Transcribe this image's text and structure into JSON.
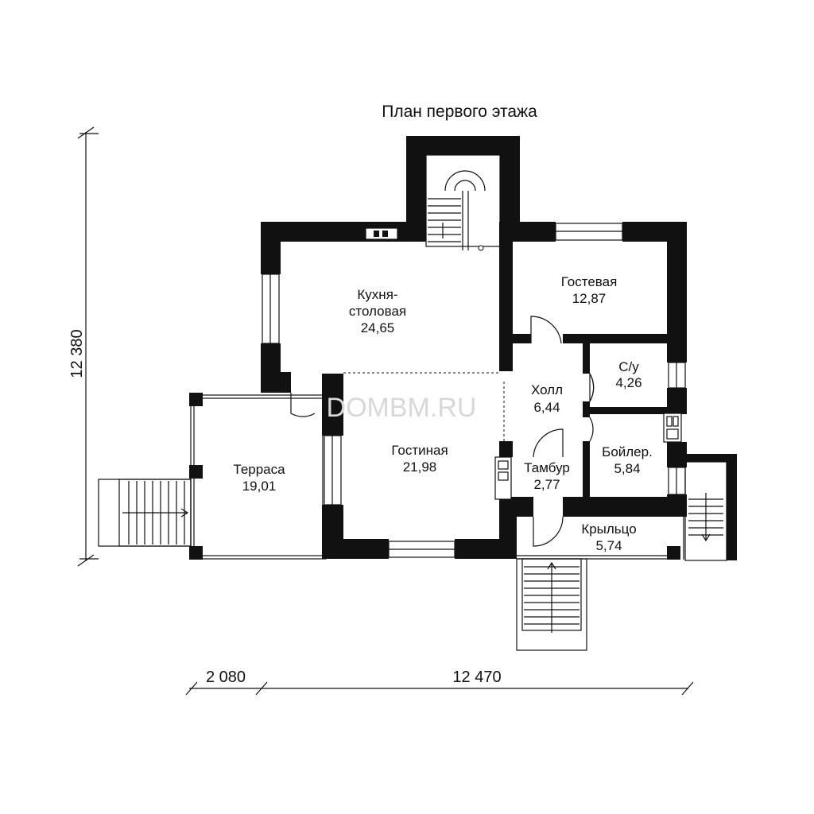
{
  "title": "План первого этажа",
  "watermark": "DOMBM.RU",
  "dimensions": {
    "height_total": "12 380",
    "width_terrace": "2 080",
    "width_main": "12 470"
  },
  "rooms": [
    {
      "id": "kitchen",
      "name_line1": "Кухня-",
      "name_line2": "столовая",
      "area": "24,65"
    },
    {
      "id": "guest",
      "name": "Гостевая",
      "area": "12,87"
    },
    {
      "id": "wc",
      "name": "С/у",
      "area": "4,26"
    },
    {
      "id": "hall",
      "name": "Холл",
      "area": "6,44"
    },
    {
      "id": "living",
      "name": "Гостиная",
      "area": "21,98"
    },
    {
      "id": "terrace",
      "name": "Терраса",
      "area": "19,01"
    },
    {
      "id": "vestibule",
      "name": "Тамбур",
      "area": "2,77"
    },
    {
      "id": "boiler",
      "name": "Бойлер.",
      "area": "5,84"
    },
    {
      "id": "porch",
      "name": "Крыльцо",
      "area": "5,74"
    }
  ]
}
